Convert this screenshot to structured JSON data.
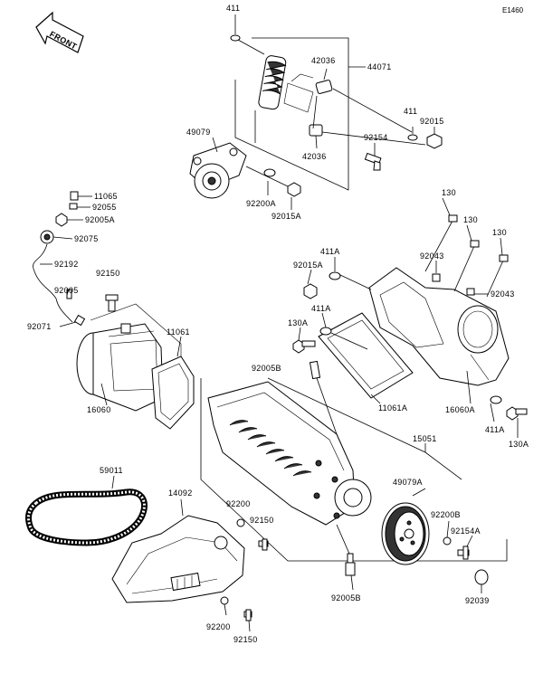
{
  "diagram_code": "E1460",
  "front_arrow_label": "FRONT",
  "labels": [
    {
      "id": "p411_top",
      "text": "411"
    },
    {
      "id": "p42036_a",
      "text": "42036"
    },
    {
      "id": "p44071",
      "text": "44071"
    },
    {
      "id": "p49079",
      "text": "49079"
    },
    {
      "id": "p411_b",
      "text": "411"
    },
    {
      "id": "p92015",
      "text": "92015"
    },
    {
      "id": "p92154",
      "text": "92154"
    },
    {
      "id": "p42036_b",
      "text": "42036"
    },
    {
      "id": "p92200A",
      "text": "92200A"
    },
    {
      "id": "p92015A_a",
      "text": "92015A"
    },
    {
      "id": "p11065",
      "text": "11065"
    },
    {
      "id": "p92055",
      "text": "92055"
    },
    {
      "id": "p92005A",
      "text": "92005A"
    },
    {
      "id": "p92075",
      "text": "92075"
    },
    {
      "id": "p92192",
      "text": "92192"
    },
    {
      "id": "p92150_a",
      "text": "92150"
    },
    {
      "id": "p92005",
      "text": "92005"
    },
    {
      "id": "p92071",
      "text": "92071"
    },
    {
      "id": "p11061",
      "text": "11061"
    },
    {
      "id": "p16060",
      "text": "16060"
    },
    {
      "id": "p130_a",
      "text": "130"
    },
    {
      "id": "p130_b",
      "text": "130"
    },
    {
      "id": "p130_c",
      "text": "130"
    },
    {
      "id": "p411A_a",
      "text": "411A"
    },
    {
      "id": "p92043_a",
      "text": "92043"
    },
    {
      "id": "p92015A_b",
      "text": "92015A"
    },
    {
      "id": "p92043_b",
      "text": "92043"
    },
    {
      "id": "p411A_b",
      "text": "411A"
    },
    {
      "id": "p130A_a",
      "text": "130A"
    },
    {
      "id": "p92005B_a",
      "text": "92005B"
    },
    {
      "id": "p11061A",
      "text": "11061A"
    },
    {
      "id": "p16060A",
      "text": "16060A"
    },
    {
      "id": "p411A_c",
      "text": "411A"
    },
    {
      "id": "p130A_b",
      "text": "130A"
    },
    {
      "id": "p15051",
      "text": "15051"
    },
    {
      "id": "p59011",
      "text": "59011"
    },
    {
      "id": "p14092",
      "text": "14092"
    },
    {
      "id": "p49079A",
      "text": "49079A"
    },
    {
      "id": "p92200_a",
      "text": "92200"
    },
    {
      "id": "p92150_b",
      "text": "92150"
    },
    {
      "id": "p92200B",
      "text": "92200B"
    },
    {
      "id": "p92154A",
      "text": "92154A"
    },
    {
      "id": "p92005B_b",
      "text": "92005B"
    },
    {
      "id": "p92039",
      "text": "92039"
    },
    {
      "id": "p92200_b",
      "text": "92200"
    },
    {
      "id": "p92150_c",
      "text": "92150"
    }
  ]
}
